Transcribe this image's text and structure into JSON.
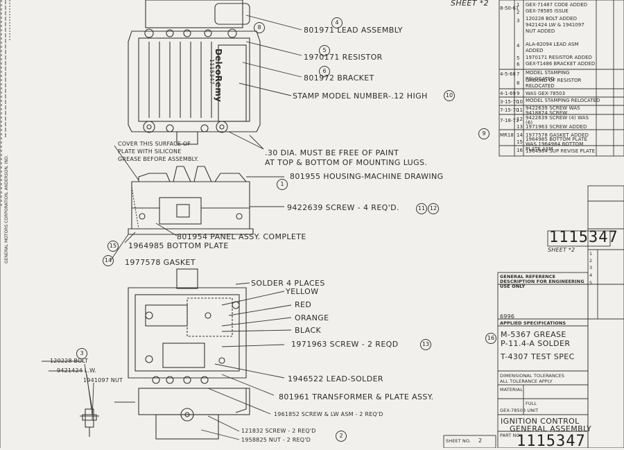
{
  "header": {
    "sheet_top": "SHEET *2"
  },
  "left_strip": {
    "company": "GENERAL MOTORS CORPORATION, ANDERSON, IND."
  },
  "top_view": {
    "stamp_text": "DelcoRemy",
    "stamp_number": "1115347",
    "callouts": [
      {
        "id": "801971",
        "text": "801971  LEAD ASSEMBLY",
        "item": "4"
      },
      {
        "id": "1970171",
        "text": "1970171 RESISTOR",
        "item": "5"
      },
      {
        "id": "801972",
        "text": "801972   BRACKET",
        "item": "6"
      },
      {
        "id": "stamp",
        "text": "STAMP MODEL NUMBER-.12 HIGH",
        "item": "10"
      }
    ],
    "item_8": "8"
  },
  "notes": {
    "cover_note": [
      "COVER THIS SURFACE OF",
      "PLATE WITH SILICONE",
      "GREASE BEFORE ASSEMBLY."
    ],
    "dia_note": [
      ".30 DIA. MUST BE FREE OF PAINT",
      "AT TOP & BOTTOM OF MOUNTING LUGS."
    ]
  },
  "side_view": {
    "callouts": [
      {
        "text": "801955  HOUSING-MACHINE DRAWING",
        "item": "1"
      },
      {
        "text": "9422639     SCREW - 4 REQ'D.",
        "items": [
          "11",
          "12"
        ]
      },
      {
        "text": "801954  PANEL ASSY. COMPLETE"
      },
      {
        "text": "1964985   BOTTOM PLATE"
      },
      {
        "text": "1977578 GASKET",
        "item": "14"
      }
    ],
    "item_15": "15"
  },
  "bottom_view": {
    "callouts": [
      {
        "text": "SOLDER 4 PLACES"
      },
      {
        "text": "YELLOW"
      },
      {
        "text": "RED"
      },
      {
        "text": "ORANGE"
      },
      {
        "text": "BLACK"
      },
      {
        "text": "1971963  SCREW - 2 REQD",
        "item": "13"
      },
      {
        "text": "1946522 LEAD-SOLDER"
      },
      {
        "text": "801961   TRANSFORMER & PLATE ASSY."
      },
      {
        "text": "1961852 SCREW & LW ASM - 2 REQ'D"
      },
      {
        "text": "121832 SCREW - 2 REQ'D"
      },
      {
        "text": "1958825 NUT - 2 REQ'D",
        "item": "2"
      }
    ],
    "bolt_item": "3",
    "bolt_callouts": [
      "120228 BOLT",
      "9421424 L.W.",
      "1941097 NUT"
    ]
  },
  "revisions": {
    "rows": [
      {
        "no": "1",
        "text": "GEX-71487 CODE ADDED",
        "date": "8-50-61"
      },
      {
        "no": "2",
        "text": "GEX-78585 ISSUE"
      },
      {
        "no": "3",
        "text": "120228 BOLT ADDED  9421424 LW &  1941097 NUT ADDED"
      },
      {
        "no": "4",
        "text": "ALA-82094 LEAD ASM ADDED"
      },
      {
        "no": "5",
        "text": "1970171 RESISTOR ADDED"
      },
      {
        "no": "6",
        "text": "GEX-T1486 BRACKET ADDED"
      },
      {
        "no": "7",
        "text": "MODEL STAMPING RELOCATED",
        "date": "4-5-68"
      },
      {
        "no": "8",
        "text": "GROUND OF RESISTOR RELOCATED"
      },
      {
        "no": "9",
        "text": "WAS GEX-78503",
        "date": "4-1-69"
      },
      {
        "no": "10",
        "text": "MODEL STAMPING RELOCATED",
        "date": "3-15-70"
      },
      {
        "no": "11",
        "text": "9422639 SCREW WAS 9418874 SCREW",
        "date": "7-15-70"
      },
      {
        "no": "12",
        "text": "9422639 SCREW (4) WAS (6)",
        "date": "7-18-71"
      },
      {
        "no": "13",
        "text": "1971963 SCREW ADDED"
      },
      {
        "no": "14",
        "text": "1977578 GASKET ADDED",
        "date": "MR18"
      },
      {
        "no": "15",
        "text": "1964985 BOTTOM PLATE WAS 1964984 BOTTOM PLATE ASM"
      },
      {
        "no": "16",
        "text": "1964984 SUP REVISE PLATE"
      }
    ],
    "item_9": "9"
  },
  "title_block": {
    "part_number_stamp": "1115347",
    "sheet_label": "SHEET *2",
    "side_numbers": [
      "1",
      "2",
      "3",
      "4",
      "5"
    ],
    "ref_header": "GENERAL REFERENCE DESCRIPTION FOR ENGINEERING USE ONLY",
    "applied_spec_number": "6996",
    "applied_spec_header": "APPLIED SPECIFICATIONS",
    "spec_item": "16",
    "specs": [
      "M-5367 GREASE",
      "P-11.4-A SOLDER",
      "T-4307 TEST SPEC"
    ],
    "small_rows": [
      "DIMENSIONAL TOLERANCES",
      "ALL TOLERANCE APPLY",
      "MATERIAL",
      "FULL",
      "GEX-78503 UNIT"
    ],
    "title": [
      "IGNITION CONTROL",
      "GENERAL ASSEMBLY"
    ],
    "part_no_label": "PART NO.",
    "part_no": "1115347",
    "sheet_no_label": "SHEET NO.",
    "sheet_no": "2"
  }
}
